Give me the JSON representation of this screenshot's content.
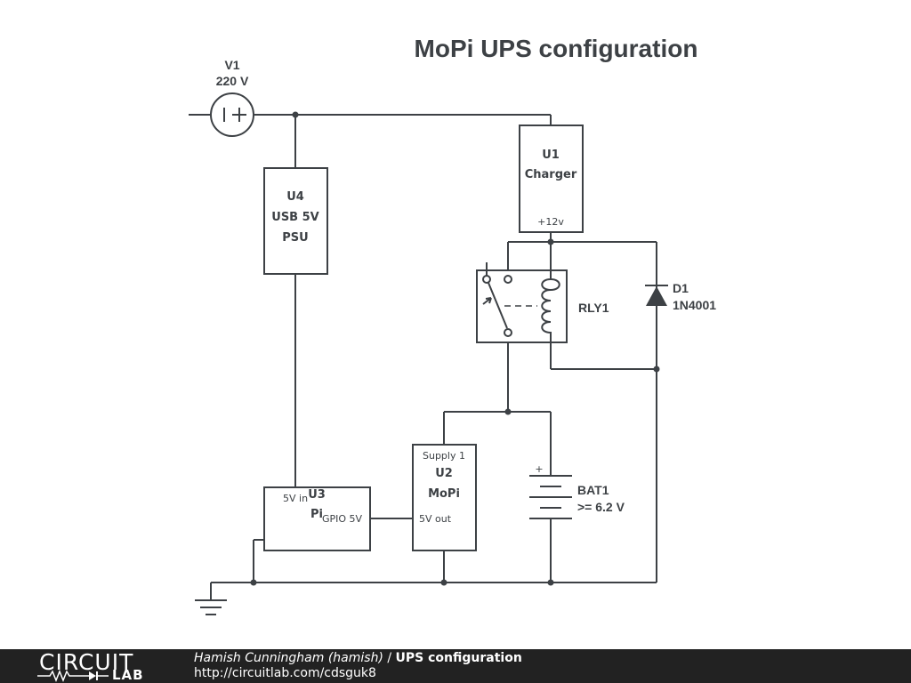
{
  "title": "MoPi UPS configuration",
  "components": {
    "v1": {
      "ref": "V1",
      "value": "220 V"
    },
    "u4": {
      "ref": "U4",
      "line1": "USB 5V",
      "line2": "PSU"
    },
    "u1": {
      "ref": "U1",
      "name": "Charger",
      "pin_out": "+12v"
    },
    "rly1": {
      "ref": "RLY1"
    },
    "d1": {
      "ref": "D1",
      "value": "1N4001"
    },
    "u3": {
      "ref": "U3",
      "name": "Pi",
      "pin_in": "5V in",
      "pin_gpio": "GPIO 5V"
    },
    "u2": {
      "ref": "U2",
      "name": "MoPi",
      "pin_supply": "Supply 1",
      "pin_out": "5V out"
    },
    "bat1": {
      "ref": "BAT1",
      "value": ">= 6.2 V",
      "plus": "+"
    }
  },
  "footer": {
    "logo_top": "CIRCUIT",
    "logo_bottom": "LAB",
    "author": "Hamish Cunningham (hamish)",
    "separator": "/",
    "project_title": "UPS configuration",
    "url": "http://circuitlab.com/cdsguk8"
  },
  "colors": {
    "ink": "#3d4145",
    "footer_bg": "#222222",
    "footer_text": "#ffffff"
  }
}
